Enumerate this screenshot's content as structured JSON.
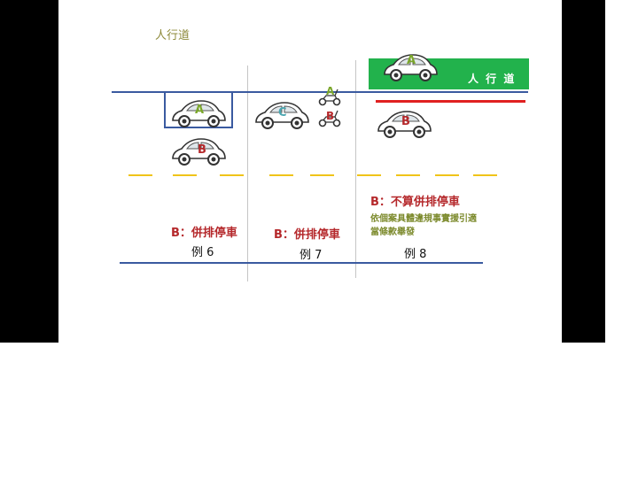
{
  "sidewalk_label": "人行道",
  "sign_text": "人 行 道",
  "examples": [
    {
      "label": "例 6",
      "caption": "B：併排停車"
    },
    {
      "label": "例 7",
      "caption": "B：併排停車"
    },
    {
      "label": "例 8",
      "caption": "B：不算併排停車"
    }
  ],
  "note_lines": [
    "依個案具體違規事實援引適",
    "當條款舉發"
  ],
  "letters": {
    "a": "A",
    "b": "B",
    "c": "C"
  },
  "colors": {
    "road_line": "#3a5aa0",
    "lane_dash": "#f0c419",
    "red_curb": "#e02020",
    "green_sidewalk": "#22b24c",
    "letter_green": "#7aa62a",
    "letter_red": "#b5282b",
    "letter_teal": "#4aa6b0"
  },
  "icons": [
    "car-icon",
    "scooter-icon"
  ]
}
